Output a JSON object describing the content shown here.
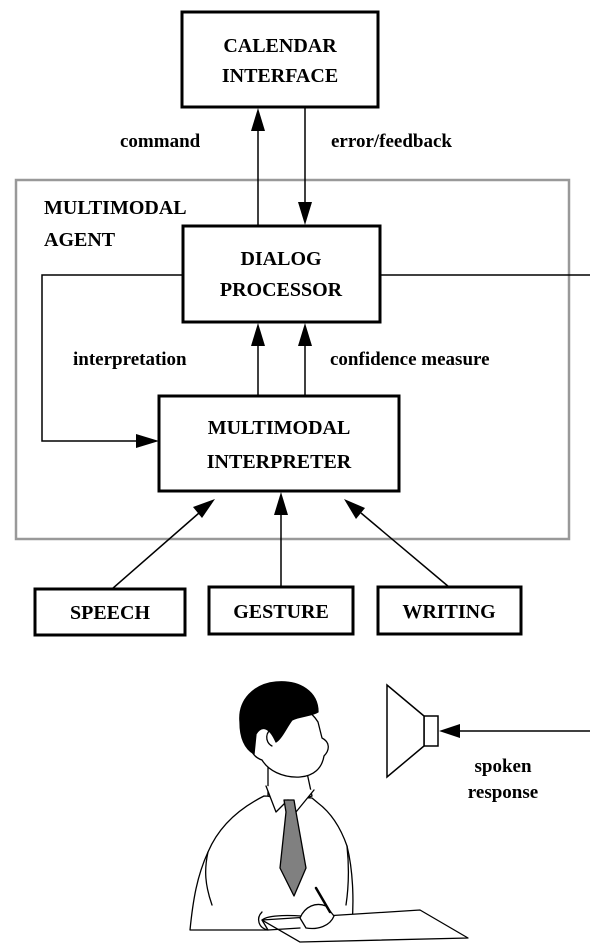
{
  "calendar": {
    "line1": "CALENDAR",
    "line2": "INTERFACE"
  },
  "agent": {
    "line1": "MULTIMODAL",
    "line2": "AGENT"
  },
  "dialog": {
    "line1": "DIALOG",
    "line2": "PROCESSOR"
  },
  "interpreter": {
    "line1": "MULTIMODAL",
    "line2": "INTERPRETER"
  },
  "labels": {
    "command": "command",
    "feedback": "error/feedback",
    "interpretation": "interpretation",
    "confidence": "confidence measure",
    "spoken1": "spoken",
    "spoken2": "response"
  },
  "inputs": {
    "speech": "SPEECH",
    "gesture": "GESTURE",
    "writing": "WRITING"
  },
  "colors": {
    "agent_border": "#999999",
    "tie": "#808080",
    "hair": "#000000"
  }
}
